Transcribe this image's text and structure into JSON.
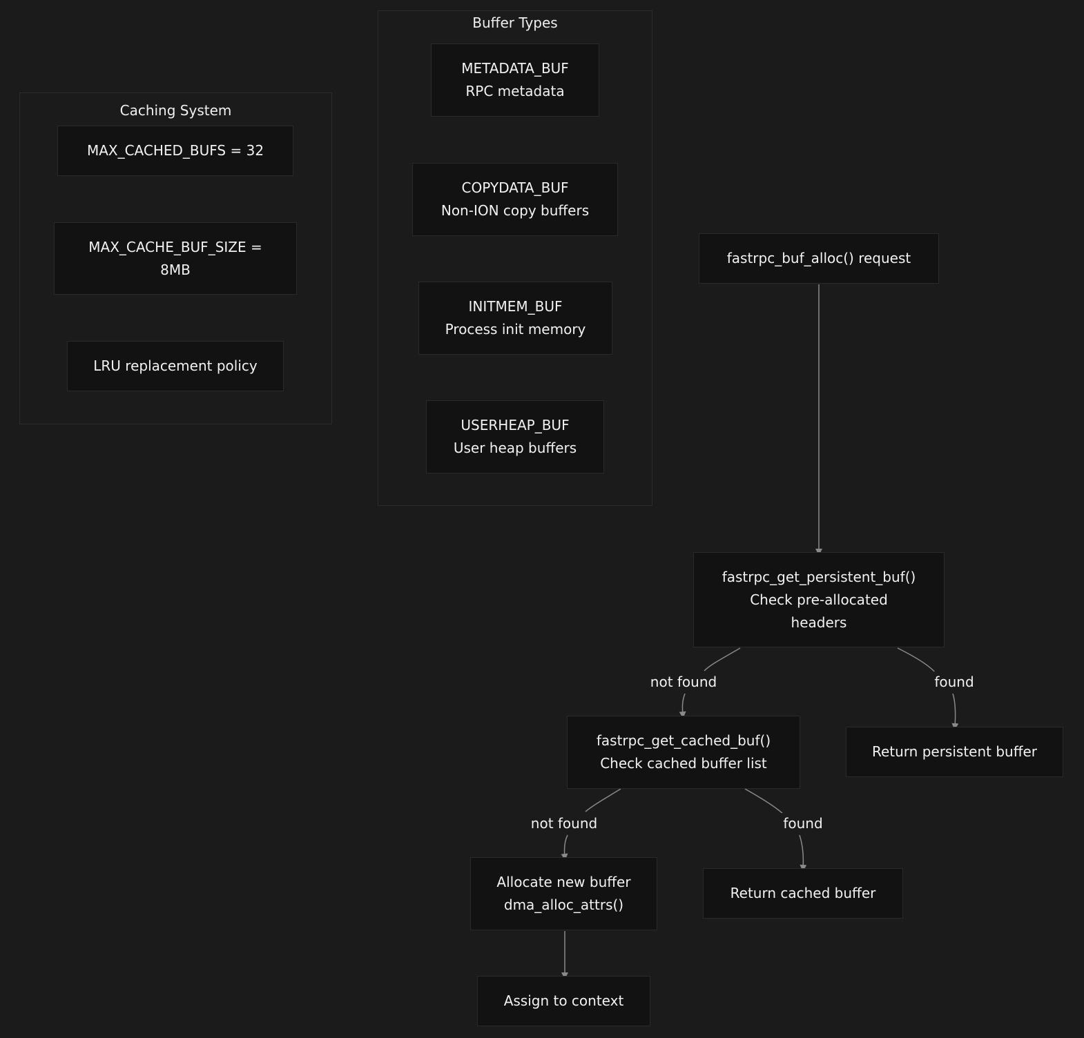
{
  "clusters": {
    "caching": {
      "title": "Caching System"
    },
    "buffer_types": {
      "title": "Buffer Types"
    }
  },
  "nodes": {
    "max_cached_bufs": {
      "line1": "MAX_CACHED_BUFS = 32"
    },
    "max_cache_buf_size": {
      "line1": "MAX_CACHE_BUF_SIZE =",
      "line2": "8MB"
    },
    "lru": {
      "line1": "LRU replacement policy"
    },
    "metadata_buf": {
      "line1": "METADATA_BUF",
      "line2": "RPC metadata"
    },
    "copydata_buf": {
      "line1": "COPYDATA_BUF",
      "line2": "Non-ION copy buffers"
    },
    "initmem_buf": {
      "line1": "INITMEM_BUF",
      "line2": "Process init memory"
    },
    "userheap_buf": {
      "line1": "USERHEAP_BUF",
      "line2": "User heap buffers"
    },
    "alloc_request": {
      "line1": "fastrpc_buf_alloc() request"
    },
    "get_persistent": {
      "line1": "fastrpc_get_persistent_buf()",
      "line2": "Check pre-allocated",
      "line3": "headers"
    },
    "get_cached": {
      "line1": "fastrpc_get_cached_buf()",
      "line2": "Check cached buffer list"
    },
    "return_persistent": {
      "line1": "Return persistent buffer"
    },
    "allocate_new": {
      "line1": "Allocate new buffer",
      "line2": "dma_alloc_attrs()"
    },
    "return_cached": {
      "line1": "Return cached buffer"
    },
    "assign_context": {
      "line1": "Assign to context"
    }
  },
  "edge_labels": {
    "persistent_not_found": "not found",
    "persistent_found": "found",
    "cached_not_found": "not found",
    "cached_found": "found"
  },
  "colors": {
    "background": "#1b1b1b",
    "node_fill": "#121212",
    "edge": "#8a8a8a",
    "text": "#f2f2f2"
  }
}
